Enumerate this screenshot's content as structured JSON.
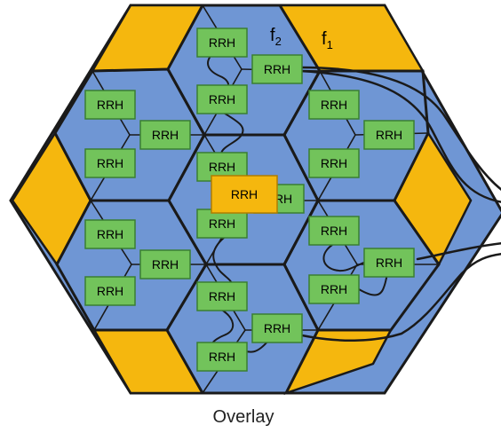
{
  "rrh_label": "RRH",
  "frequency_labels": {
    "f2_base": "f",
    "f2_sub": "2",
    "f1_base": "f",
    "f1_sub": "1"
  },
  "caption": "Overlay",
  "colors": {
    "small_cell_fill": "#6f96d4",
    "corner_fill": "#f5b70e",
    "rrh_fill": "#72c35b",
    "rrh_stroke": "#3a7f32",
    "overlay_rrh_fill": "#f5b70e",
    "outline": "#1a1a1a"
  }
}
